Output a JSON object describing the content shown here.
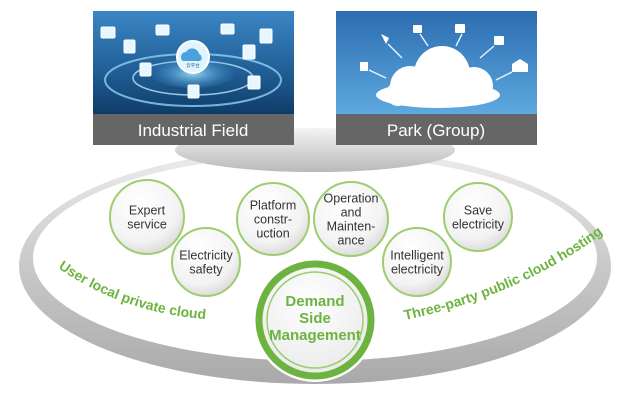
{
  "panels": {
    "industrial": {
      "label": "Industrial Field",
      "emblem_text": "云平台"
    },
    "park": {
      "label": "Park (Group)"
    }
  },
  "ring": {
    "left_text": "User local private cloud",
    "right_text": "Three-party public cloud hosting"
  },
  "services": [
    {
      "label_lines": [
        "Expert",
        "service"
      ]
    },
    {
      "label_lines": [
        "Electricity",
        "safety"
      ]
    },
    {
      "label_lines": [
        "Platform",
        "constr-",
        "uction"
      ]
    },
    {
      "label_lines": [
        "Operation",
        "and",
        "Mainten-",
        "ance"
      ]
    },
    {
      "label_lines": [
        "Intelligent",
        "electricity"
      ]
    },
    {
      "label_lines": [
        "Save",
        "electricity"
      ]
    }
  ],
  "center": {
    "label_lines": [
      "Demand",
      "Side",
      "Management"
    ]
  },
  "colors": {
    "green": "#6db33f",
    "green_dark": "#3f8a1d",
    "circle_stroke": "#9ccd6e",
    "label_bar": "#666666",
    "sky_top": "#2f6fb0",
    "sky_bottom": "#5ba8de",
    "industrial_top": "#2d6aa0",
    "industrial_bottom": "#0e3a66"
  }
}
